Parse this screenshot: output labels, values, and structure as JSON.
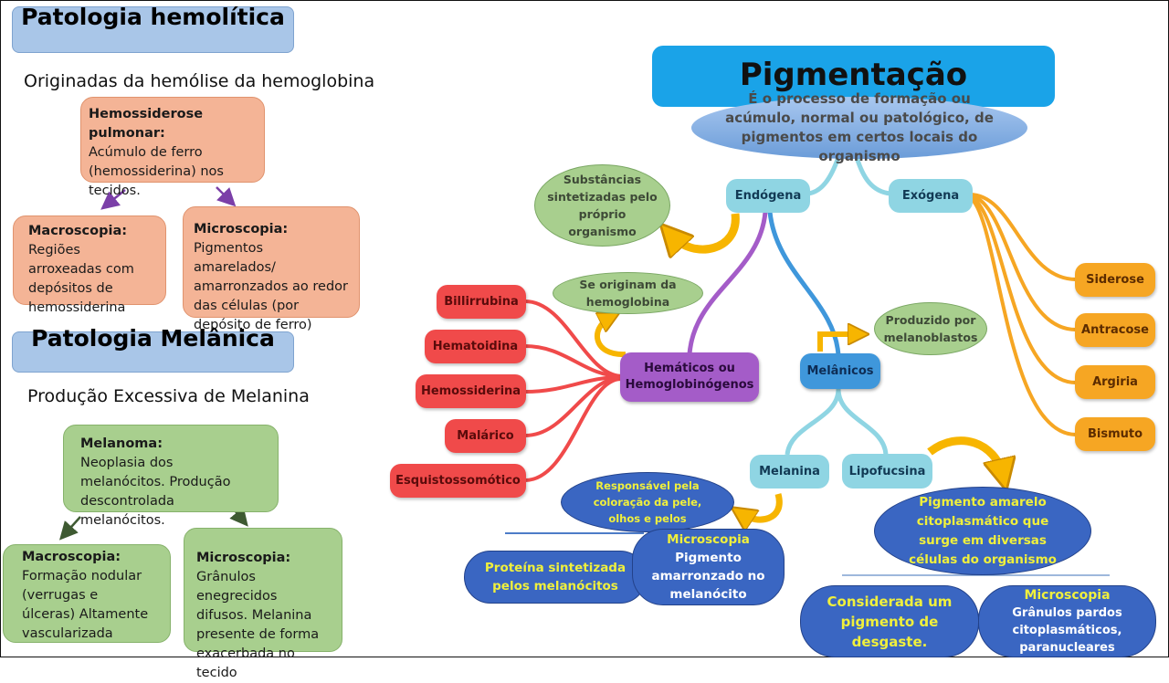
{
  "left_panel": {
    "hemolitica": {
      "title": "Patologia hemolítica",
      "subtitle": "Originadas da hemólise da hemoglobina",
      "root_card": {
        "heading": "Hemossiderose pulmonar:",
        "text": "Acúmulo de ferro (hemossiderina) nos tecidos."
      },
      "macro_card": {
        "heading": "Macroscopia:",
        "text": "Regiões arroxeadas com depósitos de hemossiderina"
      },
      "micro_card": {
        "heading": "Microscopia:",
        "text": "Pigmentos amarelados/ amarronzados ao redor das células (por depósito de ferro)"
      }
    },
    "melanica": {
      "title": "Patologia Melânica",
      "subtitle": "Produção Excessiva de Melanina",
      "root_card": {
        "heading": "Melanoma:",
        "text": "Neoplasia dos melanócitos. Produção descontrolada melanócitos."
      },
      "macro_card": {
        "heading": "Macroscopia:",
        "text": "Formação nodular (verrugas e úlceras) Altamente vascularizada"
      },
      "micro_card": {
        "heading": "Microscopia:",
        "text": "Grânulos enegrecidos difusos. Melanina presente de forma exacerbada no tecido"
      }
    }
  },
  "mindmap": {
    "title": "Pigmentação",
    "definition": "É o processo de formação ou acúmulo, normal ou patológico, de pigmentos em certos locais do organismo",
    "endogena": {
      "label": "Endógena",
      "note": "Substâncias sintetizadas pelo próprio organismo",
      "hematicos": {
        "label": "Hemáticos ou Hemoglobinógenos",
        "note": "Se originam da hemoglobina",
        "items": [
          "Billirrubina",
          "Hematoidina",
          "Hemossiderina",
          "Malárico",
          "Esquistossomótico"
        ]
      },
      "melanicos": {
        "label": "Melânicos",
        "note": "Produzido por melanoblastos",
        "melanina": {
          "label": "Melanina",
          "note": "Responsável pela coloração da pele, olhos e pelos",
          "definition": "Proteína sintetizada pelos melanócitos",
          "micro_title": "Microscopia",
          "micro_text": "Pigmento amarronzado no melanócito"
        },
        "lipofucsina": {
          "label": "Lipofucsina",
          "note": "Pigmento amarelo citoplasmático que surge em diversas células do organismo",
          "definition": "Considerada um pigmento de desgaste.",
          "micro_title": "Microscopia",
          "micro_text": "Grânulos pardos citoplasmáticos, paranucleares"
        }
      }
    },
    "exogena": {
      "label": "Exógena",
      "items": [
        "Siderose",
        "Antracose",
        "Argiria",
        "Bismuto"
      ]
    }
  },
  "colors": {
    "title_bar": "#a9c6e8",
    "orange_card": "#f4b496",
    "green_card": "#a8cf8e",
    "main_title": "#1aa3e8",
    "red_items": "#f04a4a",
    "orange_items": "#f6a623",
    "purple_node": "#a45cc8",
    "blue_node": "#3f97db",
    "cyan_node": "#8fd5e3",
    "dark_blue_shapes": "#3a66c2",
    "yellow_text": "#f0f03c",
    "arrow_yellow": "#f7b500"
  }
}
